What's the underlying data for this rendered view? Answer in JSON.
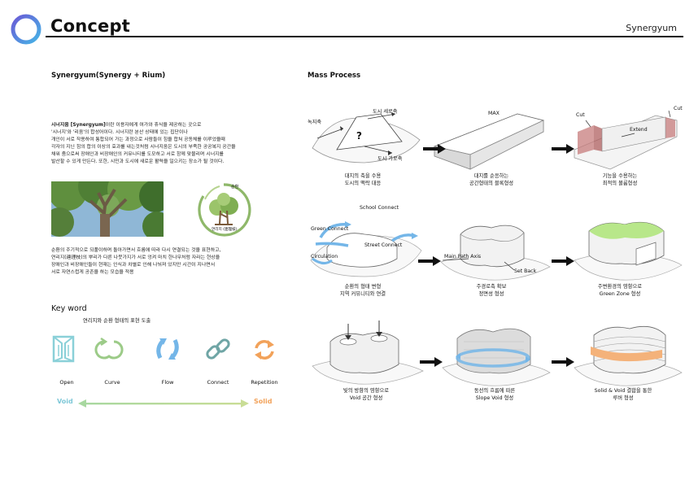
{
  "header": {
    "title": "Concept",
    "brand": "Synergyum"
  },
  "left": {
    "heading": "Synergyum(Synergy + Rium)",
    "intro_bold": "시너지움 [Synergyum]",
    "intro_lines": [
      "이란 이용자에게 여가와 휴식을 제공하는 곳으로",
      "'시너지'와 '리움'의 합성어이다.  시너지란 분산 상태에 있는 집단이나",
      "개인이 서로 작용하여 통합되어 가는 과정으로 사람들이 힘을 합쳐 공동체를 이루었을때",
      "각자의 지닌 힘의 합의 이상의 효과를 내는것처럼 시너지움은 도시의 부족한 공공복지 공간을",
      "채워 줌으로써 장애인과 비장애인의 커뮤니티를 도모하고 서로 함께  맞물리며 시너지를",
      "발산할 수 있게 만든다. 또한, 시민과 도시에 새로운 활력을 일으키는 장소가 될 것이다."
    ],
    "badge_top": "순환",
    "badge_bottom": "연리지 (連理枝)",
    "second_lines": [
      "순환의 주기적으로 되풀이하며 돌아가면서 흐름에 따라 다시 연결되는 것을 표현하고,",
      "연리지(連理枝)의 뿌리가 다른 나뭇가지가 서로 엉켜 마치 한나무처럼 자라는 현상을",
      "장애인과 비장애인들이 현재는 인식과 차별로 인해 나눠져 있지만 시간이 지나면서",
      "서로 자연스럽게 공존을 하는 모습을 적용"
    ],
    "keyword_title": "Key word",
    "keyword_sub": "연리지와 순환 형태의 표현 도출",
    "keywords": [
      "Open",
      "Curve",
      "Flow",
      "Connect",
      "Repetition"
    ],
    "void_label": "Void",
    "solid_label": "Solid",
    "colors": {
      "void": "#7fc8d8",
      "solid": "#f2a25a",
      "green": "#8fb86a",
      "blue": "#74b6e8",
      "teal": "#5aa9b8"
    }
  },
  "mass": {
    "heading": "Mass Process",
    "row1": {
      "d1": {
        "labels": [
          "도시 세로축",
          "녹지축",
          "?",
          "도시 가로축"
        ],
        "caption": [
          "대지의 축을 수용",
          "도시의 맥락 대응"
        ]
      },
      "d2": {
        "labels": [
          "MAX"
        ],
        "caption": [
          "대지를 순응하는",
          "공간형태의 블록형성"
        ]
      },
      "d3": {
        "labels": [
          "Cut",
          "Cut",
          "Extend"
        ],
        "caption": [
          "기능을 수용하는",
          "최적의 볼륨형성"
        ]
      }
    },
    "row2": {
      "d1": {
        "labels": [
          "School Connect",
          "Green Connect",
          "Street Connect",
          "Circulation"
        ],
        "caption": [
          "순환의 형태 변형",
          "지역 커뮤니티와 연결"
        ]
      },
      "d2": {
        "labels": [
          "Main Path Axis",
          "Set Back"
        ],
        "caption": [
          "주경로축 확보",
          "정면성 형성"
        ]
      },
      "d3": {
        "labels": [],
        "caption": [
          "주변환경의 영향으로",
          "Green Zone 형성"
        ]
      }
    },
    "row3": {
      "d1": {
        "labels": [],
        "caption": [
          "빛의 방향의 영향으로",
          "Void 공간 형성"
        ]
      },
      "d2": {
        "labels": [],
        "caption": [
          "동선의 흐름에 따른",
          "Slope Void 형성"
        ]
      },
      "d3": {
        "labels": [],
        "caption": [
          "Solid & Void 결합을 통한",
          "루버 형성"
        ]
      }
    }
  }
}
